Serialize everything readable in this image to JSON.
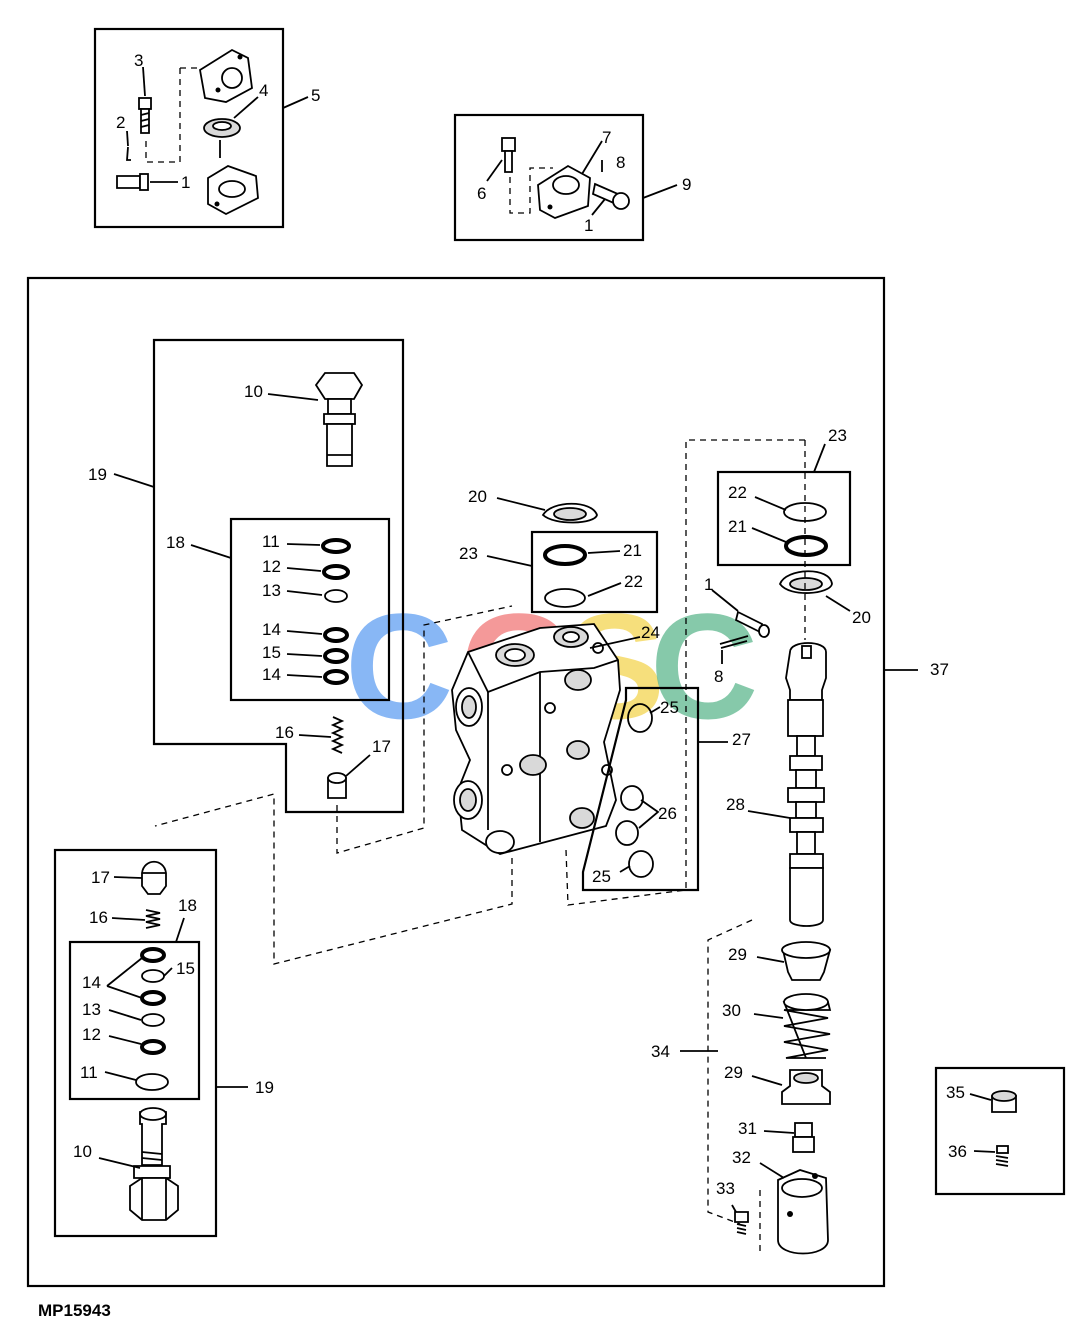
{
  "figure_code": "MP15943",
  "watermark": {
    "letters": [
      "C",
      "G",
      "S",
      "C"
    ],
    "colors": [
      "#5b9cf2",
      "#f07272",
      "#f3d34a",
      "#58b58a"
    ]
  },
  "labels": {
    "a1": "1",
    "a2": "2",
    "a3": "3",
    "a4": "4",
    "a5": "5",
    "b6": "6",
    "b7": "7",
    "b8": "8",
    "b1": "1",
    "b9": "9",
    "r10": "10",
    "r19": "19",
    "r18": "18",
    "r11": "11",
    "r12": "12",
    "r13": "13",
    "r14a": "14",
    "r15": "15",
    "r14b": "14",
    "r16": "16",
    "r17": "17",
    "c20": "20",
    "c23": "23",
    "c21": "21",
    "c22": "22",
    "c24": "24",
    "c25a": "25",
    "c25b": "25",
    "c26": "26",
    "c27": "27",
    "d23": "23",
    "d22": "22",
    "d21": "21",
    "d20": "20",
    "d1": "1",
    "d8": "8",
    "d37": "37",
    "d28": "28",
    "d29a": "29",
    "d30": "30",
    "d29b": "29",
    "d34": "34",
    "d31": "31",
    "d32": "32",
    "d33": "33",
    "e35": "35",
    "e36": "36",
    "l17": "17",
    "l16": "16",
    "l18": "18",
    "l14": "14",
    "l15": "15",
    "l13": "13",
    "l12": "12",
    "l11": "11",
    "l19": "19",
    "l10": "10"
  }
}
